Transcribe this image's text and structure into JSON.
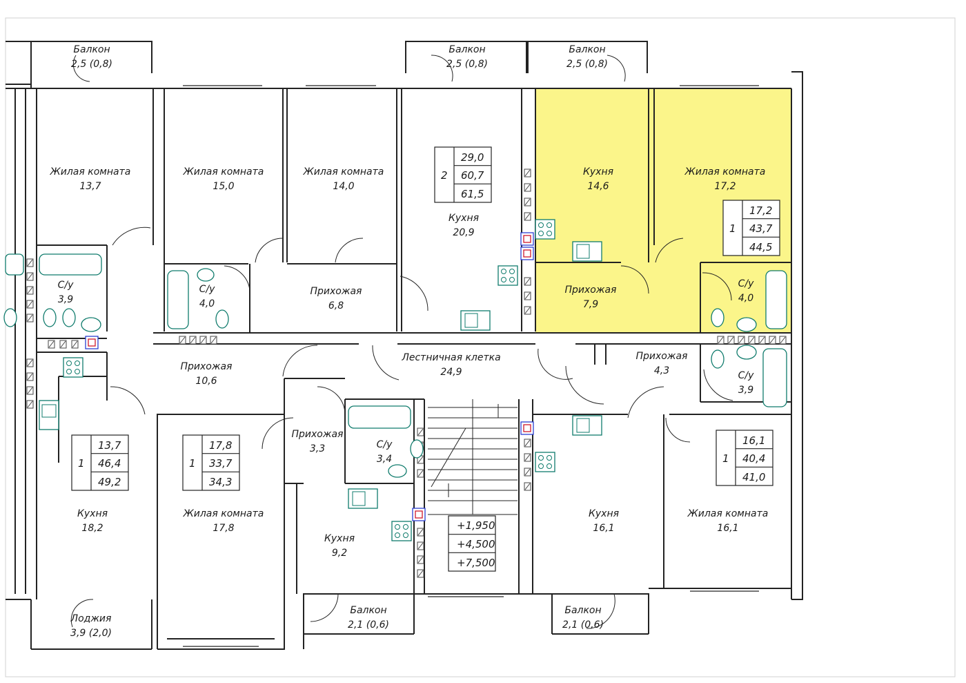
{
  "colors": {
    "highlight": "#fbf58a",
    "walls": "#222222",
    "fixtures": "#0f7b6c",
    "shaft_border": "#2b3fd1",
    "shaft_inner": "#d0182b"
  },
  "rooms": {
    "balcony_top_left": {
      "name": "Балкон",
      "area": "2,5 (0,8)"
    },
    "balcony_top_mid": {
      "name": "Балкон",
      "area": "2,5 (0,8)"
    },
    "balcony_top_right": {
      "name": "Балкон",
      "area": "2,5 (0,8)"
    },
    "living_13_7": {
      "name": "Жилая комната",
      "area": "13,7"
    },
    "living_15_0": {
      "name": "Жилая комната",
      "area": "15,0"
    },
    "living_14_0": {
      "name": "Жилая комната",
      "area": "14,0"
    },
    "kitchen_20_9": {
      "name": "Кухня",
      "area": "20,9"
    },
    "kitchen_14_6": {
      "name": "Кухня",
      "area": "14,6"
    },
    "living_17_2": {
      "name": "Жилая комната",
      "area": "17,2"
    },
    "bath_3_9_left": {
      "name": "С/у",
      "area": "3,9"
    },
    "bath_4_0_left": {
      "name": "С/у",
      "area": "4,0"
    },
    "hall_6_8": {
      "name": "Прихожая",
      "area": "6,8"
    },
    "hall_7_9": {
      "name": "Прихожая",
      "area": "7,9"
    },
    "bath_4_0_right": {
      "name": "С/у",
      "area": "4,0"
    },
    "hall_10_6": {
      "name": "Прихожая",
      "area": "10,6"
    },
    "stairwell": {
      "name": "Лестничная клетка",
      "area": "24,9"
    },
    "hall_4_3": {
      "name": "Прихожая",
      "area": "4,3"
    },
    "bath_3_9_right": {
      "name": "С/у",
      "area": "3,9"
    },
    "hall_3_3": {
      "name": "Прихожая",
      "area": "3,3"
    },
    "bath_3_4": {
      "name": "С/у",
      "area": "3,4"
    },
    "kitchen_18_2": {
      "name": "Кухня",
      "area": "18,2"
    },
    "living_17_8": {
      "name": "Жилая комната",
      "area": "17,8"
    },
    "kitchen_9_2": {
      "name": "Кухня",
      "area": "9,2"
    },
    "kitchen_16_1": {
      "name": "Кухня",
      "area": "16,1"
    },
    "living_16_1": {
      "name": "Жилая комната",
      "area": "16,1"
    },
    "loggia": {
      "name": "Лоджия",
      "area": "3,9 (2,0)"
    },
    "balcony_bottom_mid": {
      "name": "Балкон",
      "area": "2,1 (0,6)"
    },
    "balcony_bottom_right": {
      "name": "Балкон",
      "area": "2,1 (0,6)"
    }
  },
  "apartments": [
    {
      "rooms": "2",
      "v1": "29,0",
      "v2": "60,7",
      "v3": "61,5"
    },
    {
      "rooms": "1",
      "v1": "17,2",
      "v2": "43,7",
      "v3": "44,5"
    },
    {
      "rooms": "1",
      "v1": "13,7",
      "v2": "46,4",
      "v3": "49,2"
    },
    {
      "rooms": "1",
      "v1": "17,8",
      "v2": "33,7",
      "v3": "34,3"
    },
    {
      "rooms": "1",
      "v1": "16,1",
      "v2": "40,4",
      "v3": "41,0"
    }
  ],
  "levels": [
    "+1,950",
    "+4,500",
    "+7,500"
  ]
}
